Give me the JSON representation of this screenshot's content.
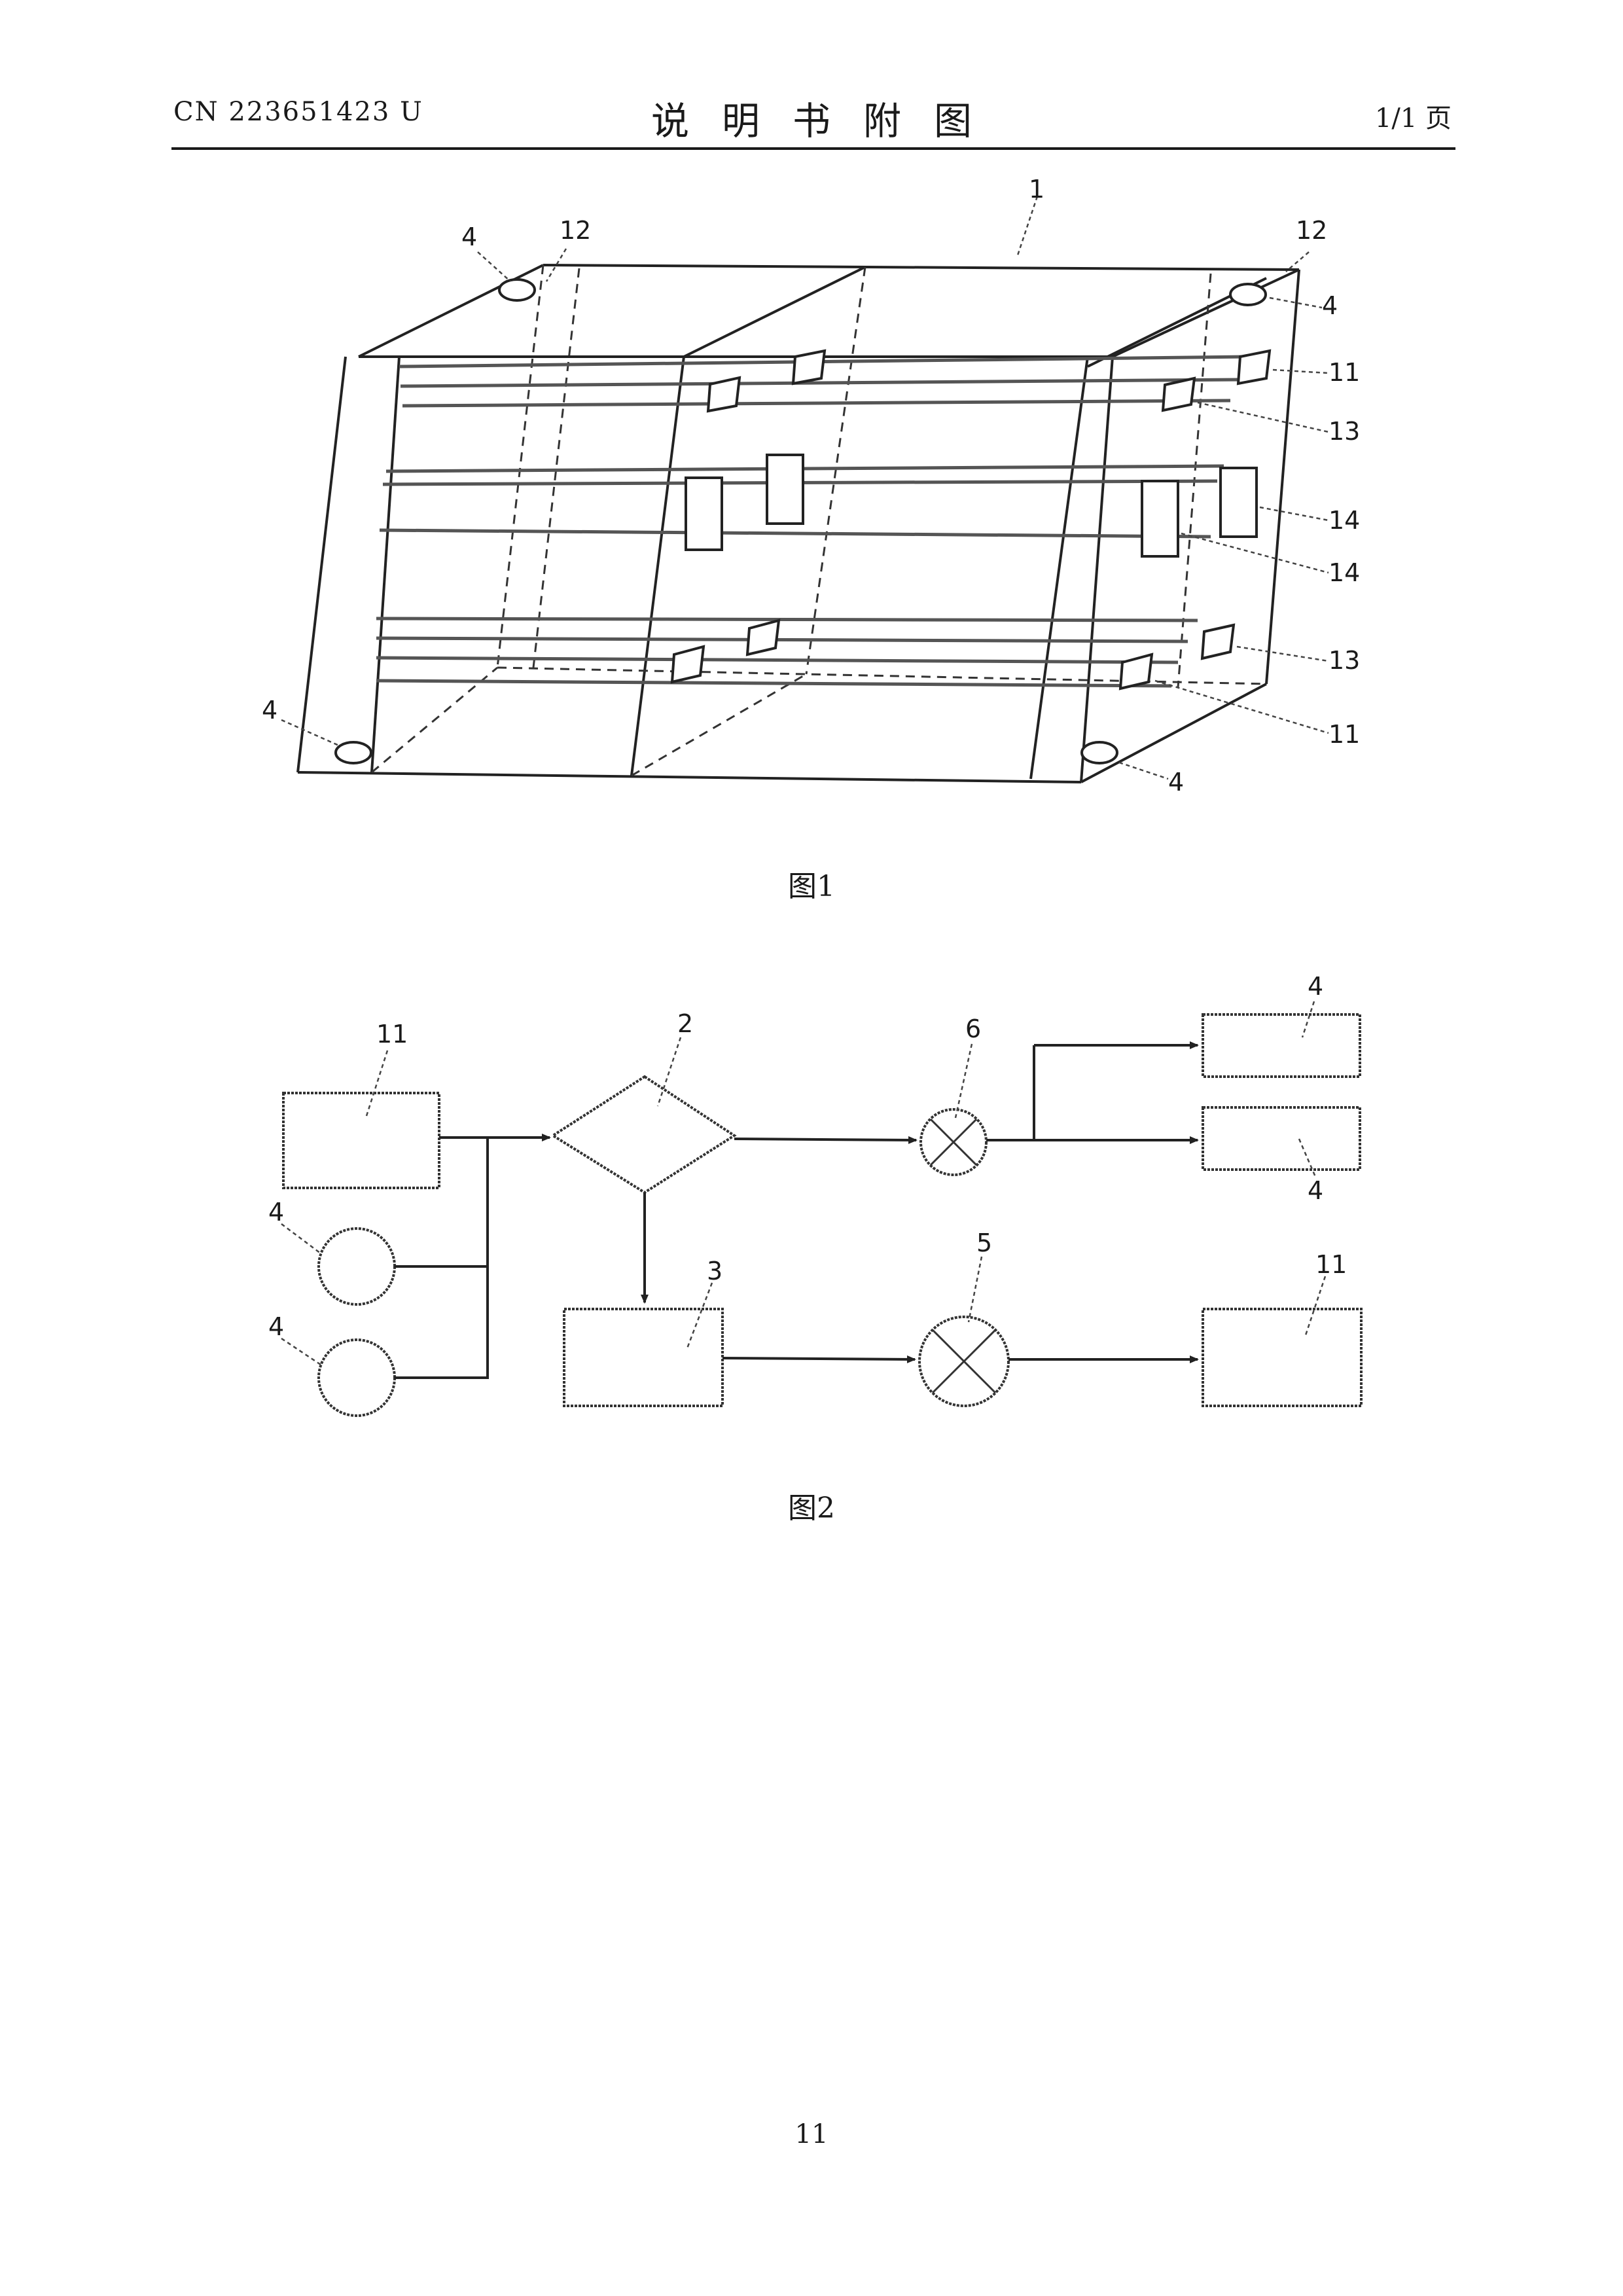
{
  "header": {
    "doc_number": "CN 223651423 U",
    "title": "说明书附图",
    "page_of": "1/1 页"
  },
  "figure1": {
    "caption": "图1",
    "labels": [
      "1",
      "12",
      "4",
      "12",
      "4",
      "11",
      "13",
      "14",
      "14",
      "13",
      "11",
      "4",
      "4"
    ]
  },
  "figure2": {
    "caption": "图2",
    "labels": [
      "11",
      "2",
      "6",
      "4",
      "4",
      "4",
      "4",
      "3",
      "5",
      "11"
    ]
  },
  "page_number": "11"
}
